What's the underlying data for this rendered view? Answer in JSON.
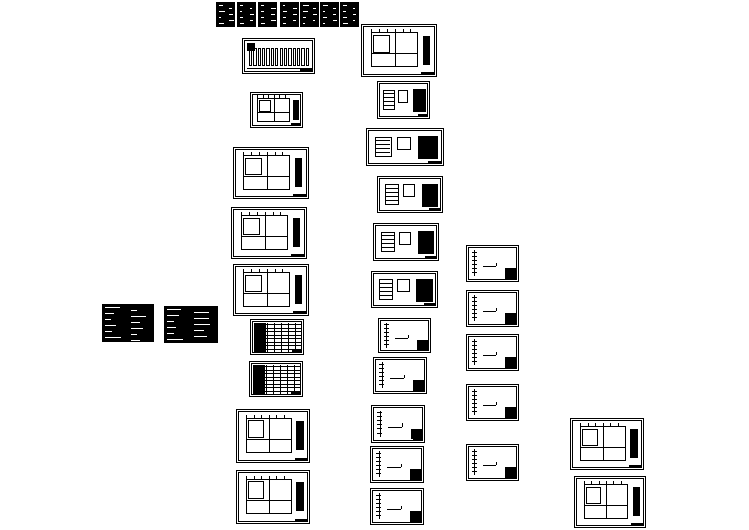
{
  "viewer": {
    "background": "#ffffff",
    "ink": "#000000"
  },
  "sheets": [
    {
      "id": "cover-1",
      "kind": "dark-text"
    },
    {
      "id": "cover-2",
      "kind": "dark-text"
    },
    {
      "id": "cover-3",
      "kind": "dark-text"
    },
    {
      "id": "cover-4",
      "kind": "dark-text"
    },
    {
      "id": "cover-5",
      "kind": "dark-text"
    },
    {
      "id": "cover-6",
      "kind": "dark-text"
    },
    {
      "id": "elevation-long",
      "kind": "elevation"
    },
    {
      "id": "small-plan",
      "kind": "plan"
    },
    {
      "id": "site-plan",
      "kind": "plan"
    },
    {
      "id": "floor-plan-1",
      "kind": "plan"
    },
    {
      "id": "floor-plan-2",
      "kind": "plan"
    },
    {
      "id": "table-1",
      "kind": "table"
    },
    {
      "id": "table-2",
      "kind": "table"
    },
    {
      "id": "floor-plan-3",
      "kind": "plan"
    },
    {
      "id": "floor-plan-4",
      "kind": "plan"
    },
    {
      "id": "legend-1",
      "kind": "dark-text"
    },
    {
      "id": "legend-2",
      "kind": "dark-text"
    },
    {
      "id": "plan-top-mid",
      "kind": "plan"
    },
    {
      "id": "detail-1",
      "kind": "detail"
    },
    {
      "id": "detail-2",
      "kind": "detail"
    },
    {
      "id": "detail-3",
      "kind": "detail"
    },
    {
      "id": "detail-4",
      "kind": "detail"
    },
    {
      "id": "detail-5",
      "kind": "detail"
    },
    {
      "id": "section-1",
      "kind": "section"
    },
    {
      "id": "section-2",
      "kind": "section"
    },
    {
      "id": "section-3",
      "kind": "section"
    },
    {
      "id": "section-4",
      "kind": "section"
    },
    {
      "id": "section-5",
      "kind": "section"
    },
    {
      "id": "right-1",
      "kind": "section"
    },
    {
      "id": "right-2",
      "kind": "section"
    },
    {
      "id": "right-3",
      "kind": "section"
    },
    {
      "id": "right-4",
      "kind": "section"
    },
    {
      "id": "right-5",
      "kind": "section"
    },
    {
      "id": "far-right-plan-1",
      "kind": "plan"
    },
    {
      "id": "far-right-plan-2",
      "kind": "plan"
    }
  ]
}
